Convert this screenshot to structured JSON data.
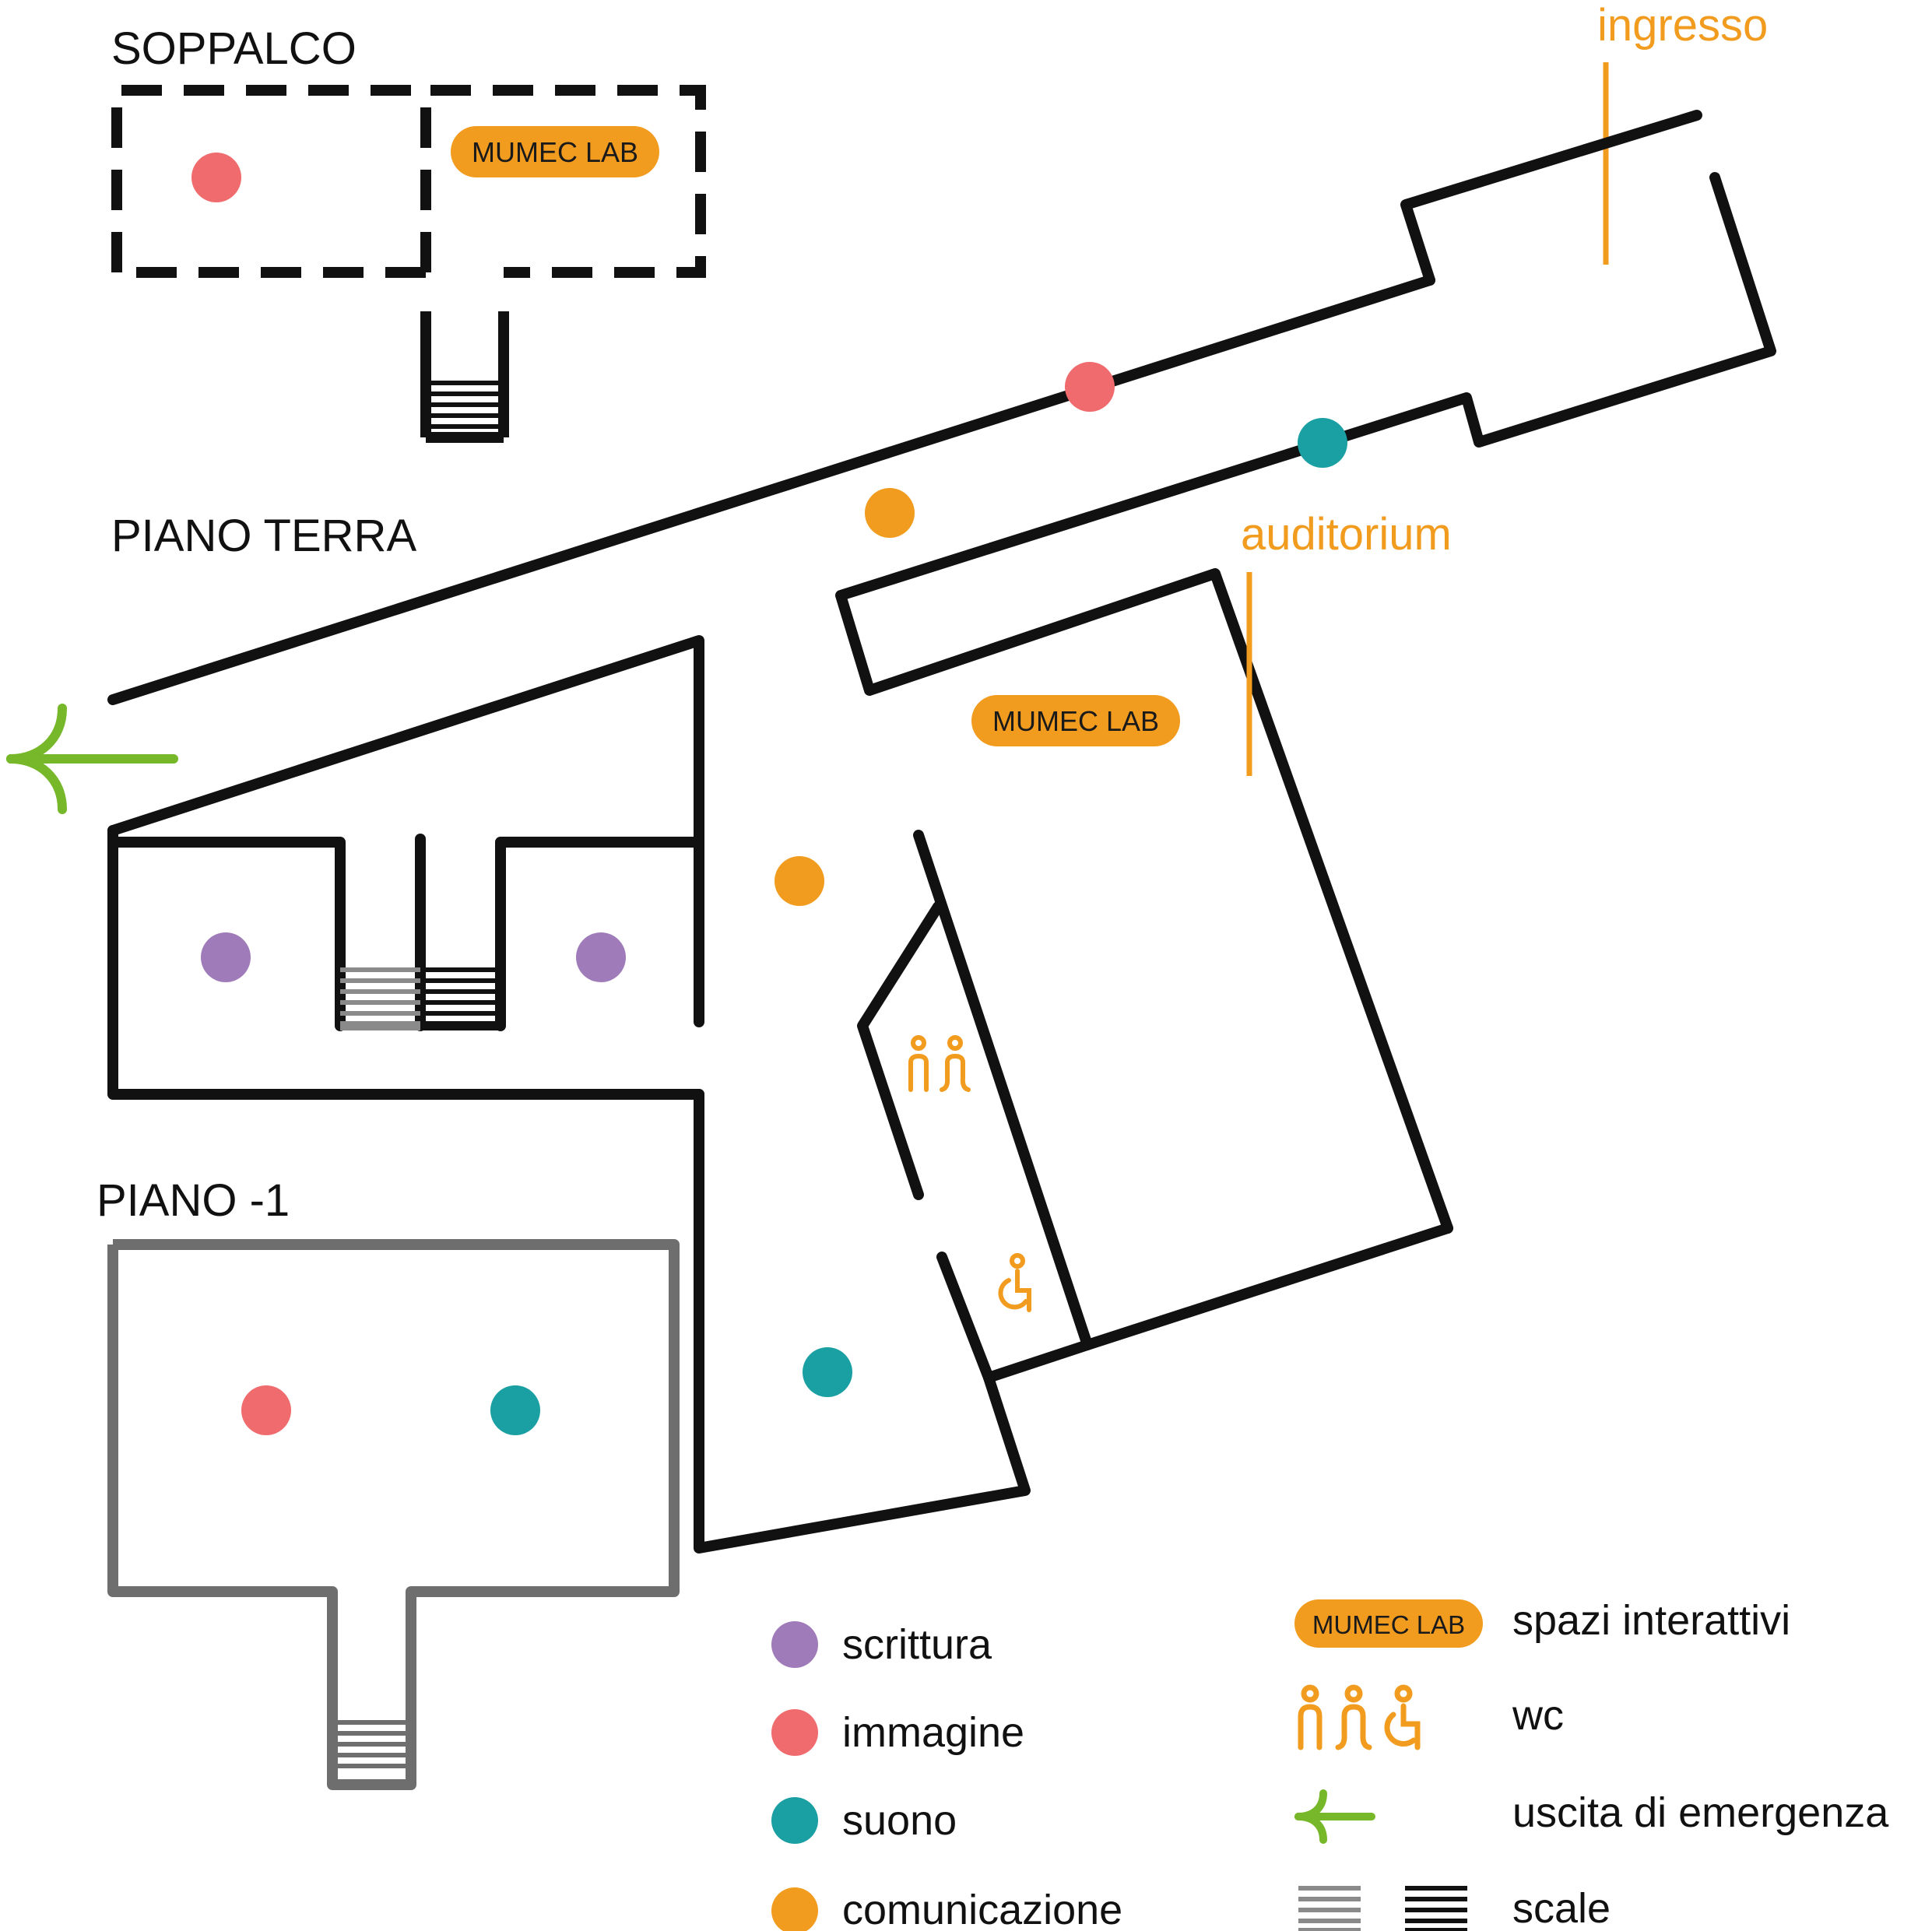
{
  "colors": {
    "walls": "#111111",
    "walls_lower": "#6e6e6e",
    "scrittura": "#a07bb9",
    "immagine": "#ef6b6e",
    "suono": "#1a9fa2",
    "comunicazione": "#f29c1f",
    "accent_orange": "#f29c1f",
    "exit_green": "#77b82a"
  },
  "floors": {
    "soppalco": "SOPPALCO",
    "piano_terra": "PIANO TERRA",
    "piano_meno1": "PIANO -1"
  },
  "places": {
    "ingresso": "ingresso",
    "auditorium": "auditorium"
  },
  "badges": {
    "mumec_lab": "MUMEC LAB"
  },
  "legend": {
    "scrittura": "scrittura",
    "immagine": "immagine",
    "suono": "suono",
    "comunicazione": "comunicazione",
    "spazi_interattivi": "spazi interattivi",
    "wc": "wc",
    "uscita": "uscita di emergenza",
    "scale": "scale"
  },
  "icons": [
    "wc-male-icon",
    "wc-female-icon",
    "wc-accessible-icon",
    "emergency-exit-arrow-icon",
    "stairs-icon"
  ]
}
